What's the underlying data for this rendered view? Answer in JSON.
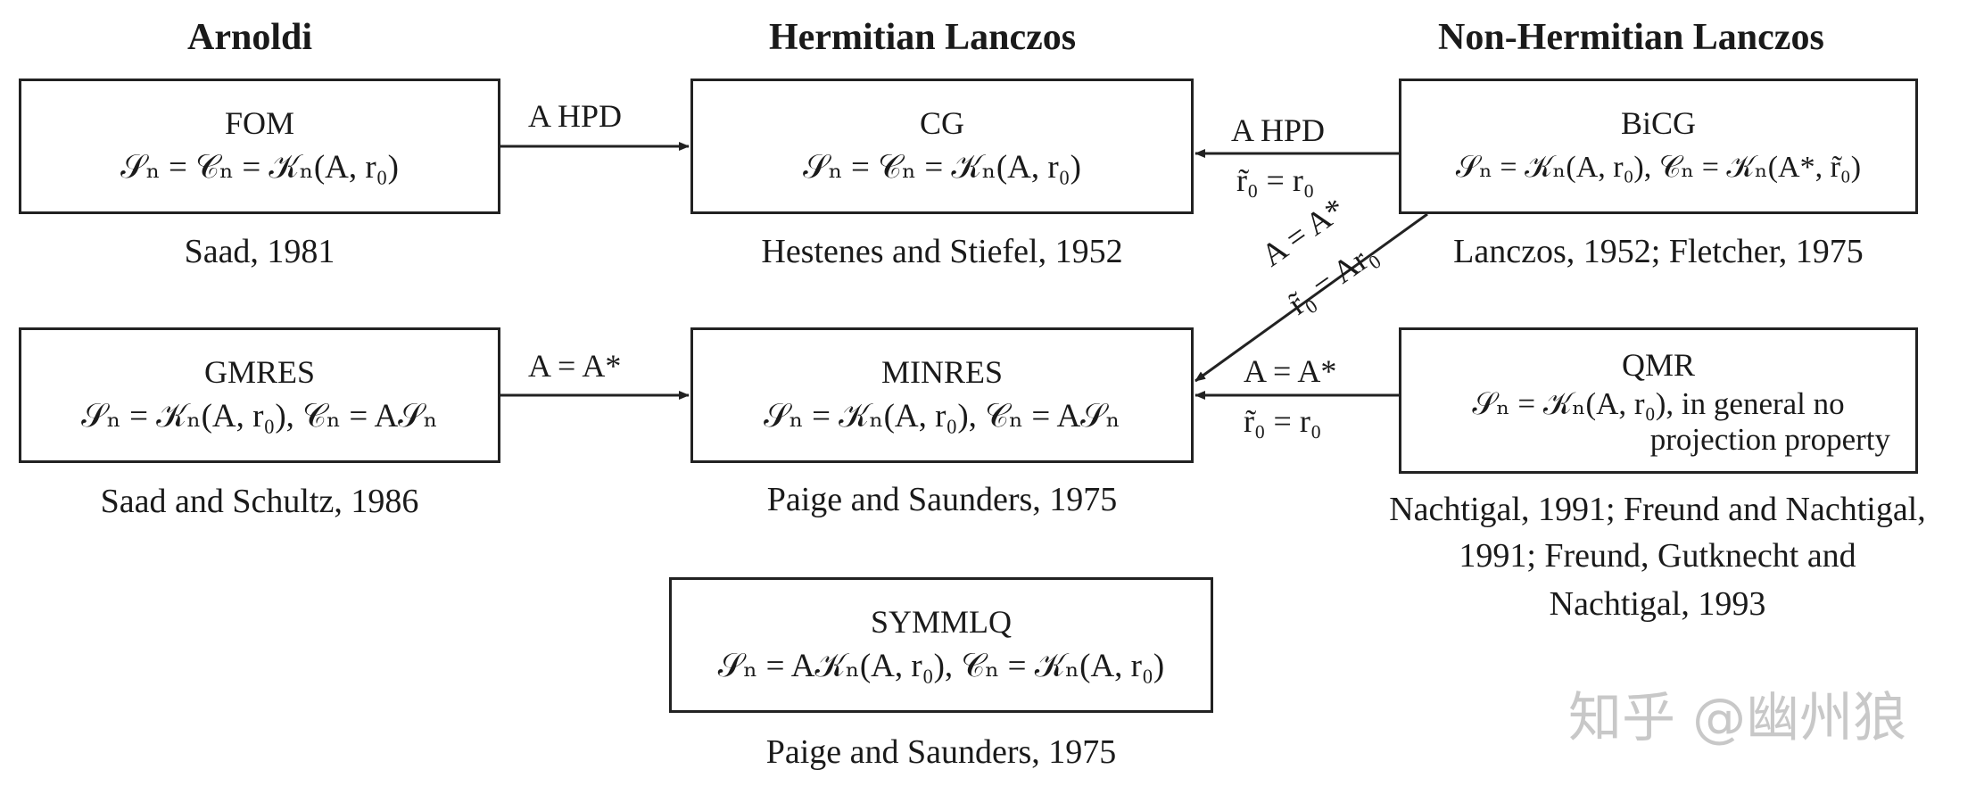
{
  "columns": {
    "arnoldi": "Arnoldi",
    "hermitian": "Hermitian Lanczos",
    "non_hermitian": "Non-Hermitian Lanczos"
  },
  "nodes": {
    "fom": {
      "name": "FOM",
      "formula": "𝒮ₙ = 𝒞ₙ = 𝒦ₙ(A, r₀)",
      "citation": "Saad, 1981"
    },
    "cg": {
      "name": "CG",
      "formula": "𝒮ₙ = 𝒞ₙ = 𝒦ₙ(A, r₀)",
      "citation": "Hestenes and Stiefel, 1952"
    },
    "bicg": {
      "name": "BiCG",
      "formula": "𝒮ₙ = 𝒦ₙ(A, r₀), 𝒞ₙ = 𝒦ₙ(A*, r̃₀)",
      "citation": "Lanczos, 1952; Fletcher, 1975"
    },
    "gmres": {
      "name": "GMRES",
      "formula": "𝒮ₙ = 𝒦ₙ(A, r₀), 𝒞ₙ = A𝒮ₙ",
      "citation": "Saad and Schultz, 1986"
    },
    "minres": {
      "name": "MINRES",
      "formula": "𝒮ₙ = 𝒦ₙ(A, r₀), 𝒞ₙ = A𝒮ₙ",
      "citation": "Paige and Saunders, 1975"
    },
    "qmr": {
      "name": "QMR",
      "formula_line1": "𝒮ₙ = 𝒦ₙ(A, r₀), in general no",
      "formula_line2": "projection property",
      "citation_lines": [
        "Nachtigal, 1991; Freund and Nachtigal,",
        "1991; Freund, Gutknecht and",
        "Nachtigal, 1993"
      ]
    },
    "symmlq": {
      "name": "SYMMLQ",
      "formula": "𝒮ₙ = A𝒦ₙ(A, r₀), 𝒞ₙ = 𝒦ₙ(A, r₀)",
      "citation": "Paige and Saunders, 1975"
    }
  },
  "edges": {
    "fom_cg": {
      "label": "A HPD"
    },
    "bicg_cg": {
      "label1": "A HPD",
      "label2": "r̃₀ = r₀"
    },
    "gmres_minres": {
      "label": "A = A*"
    },
    "bicg_minres": {
      "label1": "A = A*",
      "label2": "r̃₀ = Ar₀"
    },
    "qmr_minres": {
      "label1": "A = A*",
      "label2": "r̃₀ = r₀"
    }
  },
  "watermark": "知乎 @幽州狼"
}
